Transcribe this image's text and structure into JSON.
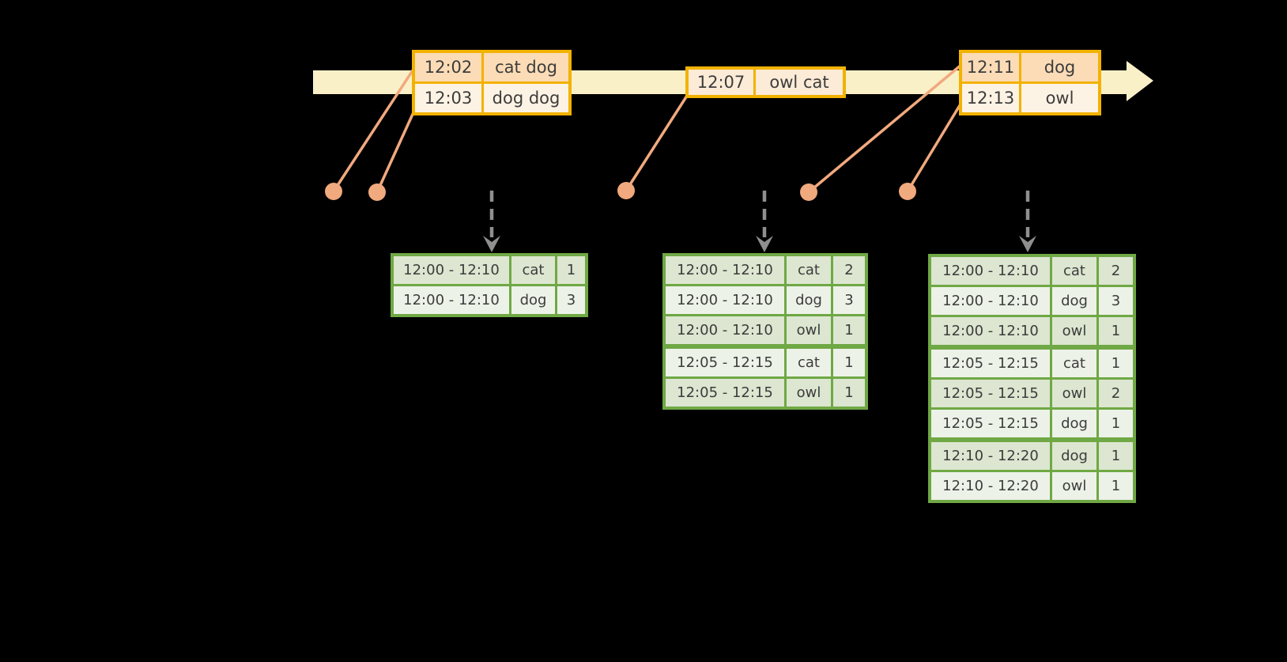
{
  "palette": {
    "background": "#000000",
    "timeline_band": "#FAF0C8",
    "event_table_border": "#F2B200",
    "event_row_dark": "#FBDCB6",
    "event_row_light": "#FDF3E4",
    "event_row_medium": "#FCEBD6",
    "connector_and_dots": "#F1A97E",
    "trigger_arrow_gray": "#8F8F8F",
    "result_table_border": "#6FA844",
    "result_row_dark": "#DCE6D0",
    "result_row_light": "#EDF2E8",
    "text": "#3C3C3C"
  },
  "events": [
    {
      "rows": [
        {
          "time": "12:02",
          "words": "cat dog"
        },
        {
          "time": "12:03",
          "words": "dog dog"
        }
      ]
    },
    {
      "rows": [
        {
          "time": "12:07",
          "words": "owl cat"
        }
      ]
    },
    {
      "rows": [
        {
          "time": "12:11",
          "words": "dog"
        },
        {
          "time": "12:13",
          "words": "owl"
        }
      ]
    }
  ],
  "results": [
    {
      "groups": [
        [
          {
            "window": "12:00 - 12:10",
            "word": "cat",
            "count": "1"
          },
          {
            "window": "12:00 - 12:10",
            "word": "dog",
            "count": "3"
          }
        ]
      ]
    },
    {
      "groups": [
        [
          {
            "window": "12:00 - 12:10",
            "word": "cat",
            "count": "2"
          },
          {
            "window": "12:00 - 12:10",
            "word": "dog",
            "count": "3"
          },
          {
            "window": "12:00 - 12:10",
            "word": "owl",
            "count": "1"
          }
        ],
        [
          {
            "window": "12:05 - 12:15",
            "word": "cat",
            "count": "1"
          },
          {
            "window": "12:05 - 12:15",
            "word": "owl",
            "count": "1"
          }
        ]
      ]
    },
    {
      "groups": [
        [
          {
            "window": "12:00 - 12:10",
            "word": "cat",
            "count": "2"
          },
          {
            "window": "12:00 - 12:10",
            "word": "dog",
            "count": "3"
          },
          {
            "window": "12:00 - 12:10",
            "word": "owl",
            "count": "1"
          }
        ],
        [
          {
            "window": "12:05 - 12:15",
            "word": "cat",
            "count": "1"
          },
          {
            "window": "12:05 - 12:15",
            "word": "owl",
            "count": "2"
          },
          {
            "window": "12:05 - 12:15",
            "word": "dog",
            "count": "1"
          }
        ],
        [
          {
            "window": "12:10 - 12:20",
            "word": "dog",
            "count": "1"
          },
          {
            "window": "12:10 - 12:20",
            "word": "owl",
            "count": "1"
          }
        ]
      ]
    }
  ]
}
